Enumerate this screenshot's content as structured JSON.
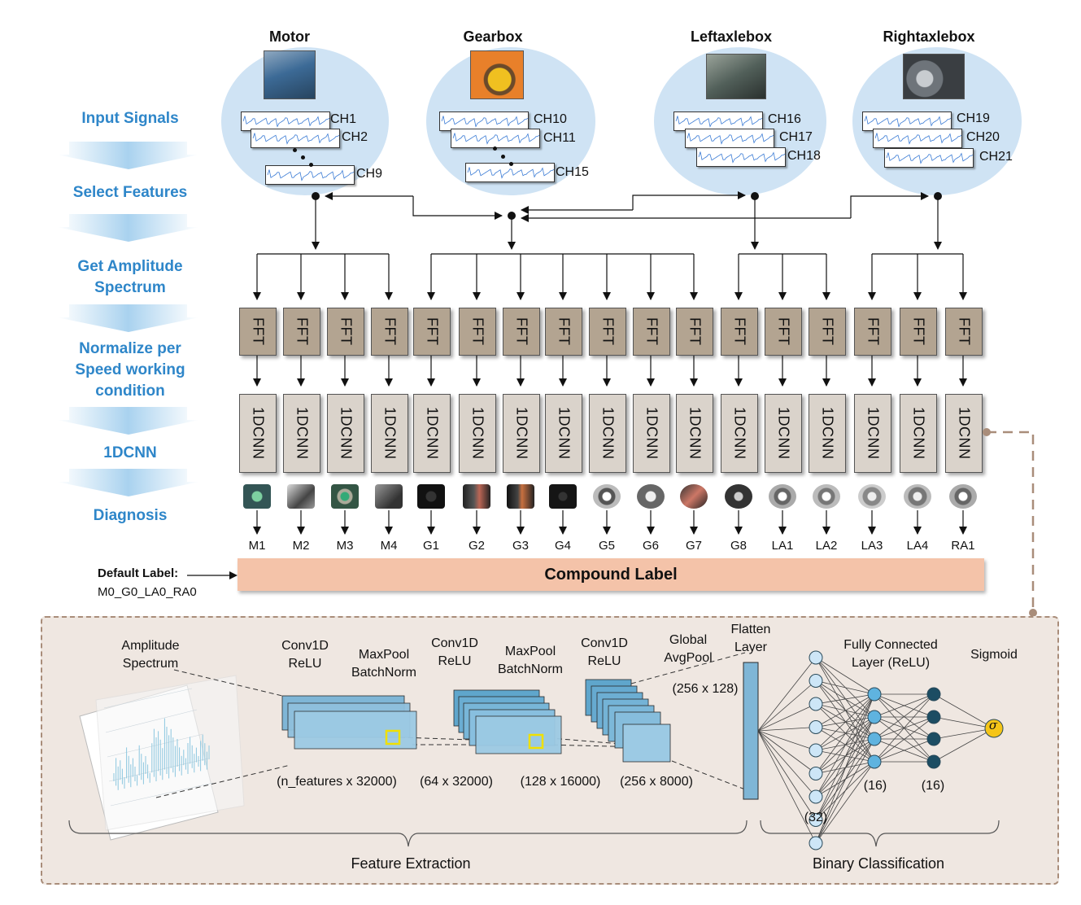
{
  "steps": {
    "input": "Input Signals",
    "select": "Select Features",
    "amp1": "Get Amplitude",
    "amp2": "Spectrum",
    "norm1": "Normalize per",
    "norm2": "Speed working",
    "norm3": "condition",
    "cnn": "1DCNN",
    "diag": "Diagnosis"
  },
  "components": {
    "motor": {
      "title": "Motor",
      "channels": [
        "CH1",
        "CH2",
        "CH9"
      ]
    },
    "gearbox": {
      "title": "Gearbox",
      "channels": [
        "CH10",
        "CH11",
        "CH15"
      ]
    },
    "left": {
      "title": "Leftaxlebox",
      "channels": [
        "CH16",
        "CH17",
        "CH18"
      ]
    },
    "right": {
      "title": "Rightaxlebox",
      "channels": [
        "CH19",
        "CH20",
        "CH21"
      ]
    }
  },
  "fft_label": "FFT",
  "cnn_label": "1DCNN",
  "fault_labels": [
    "M1",
    "M2",
    "M3",
    "M4",
    "G1",
    "G2",
    "G3",
    "G4",
    "G5",
    "G6",
    "G7",
    "G8",
    "LA1",
    "LA2",
    "LA3",
    "LA4",
    "RA1"
  ],
  "default_label": {
    "title": "Default Label:",
    "value": "M0_G0_LA0_RA0"
  },
  "compound_label": "Compound Label",
  "architecture": {
    "amp_title1": "Amplitude",
    "amp_title2": "Spectrum",
    "conv1_1": "Conv1D",
    "conv1_2": "ReLU",
    "pool1_1": "MaxPool",
    "pool1_2": "BatchNorm",
    "conv2_1": "Conv1D",
    "conv2_2": "ReLU",
    "pool2_1": "MaxPool",
    "pool2_2": "BatchNorm",
    "conv3_1": "Conv1D",
    "conv3_2": "ReLU",
    "gap1": "Global",
    "gap2": "AvgPool",
    "flatten1": "Flatten",
    "flatten2": "Layer",
    "fc1": "Fully Connected",
    "fc2": "Layer (ReLU)",
    "sigmoid": "Sigmoid",
    "sigma": "σ",
    "dims": {
      "d1": "(n_features x 32000)",
      "d2": "(64 x 32000)",
      "d3": "(128 x 16000)",
      "d4": "(256 x 8000)",
      "d5": "(256 x 128)",
      "n32": "(32)",
      "n16a": "(16)",
      "n16b": "(16)"
    },
    "feature_extraction": "Feature Extraction",
    "binary_classification": "Binary Classification"
  },
  "colors": {
    "step_text": "#2e86c9",
    "bubble": "#cfe3f4",
    "fft": "#b3a491",
    "cnn": "#dad3cb",
    "compound": "#f4c3a9",
    "panel": "#efe7e1",
    "panel_border": "#a98d7a",
    "layer_blue": "#7fb6d6",
    "node_light": "#cde6f7",
    "node_mid": "#5fb3df",
    "node_dark": "#1c4d63",
    "sigmoid": "#f5c518"
  }
}
